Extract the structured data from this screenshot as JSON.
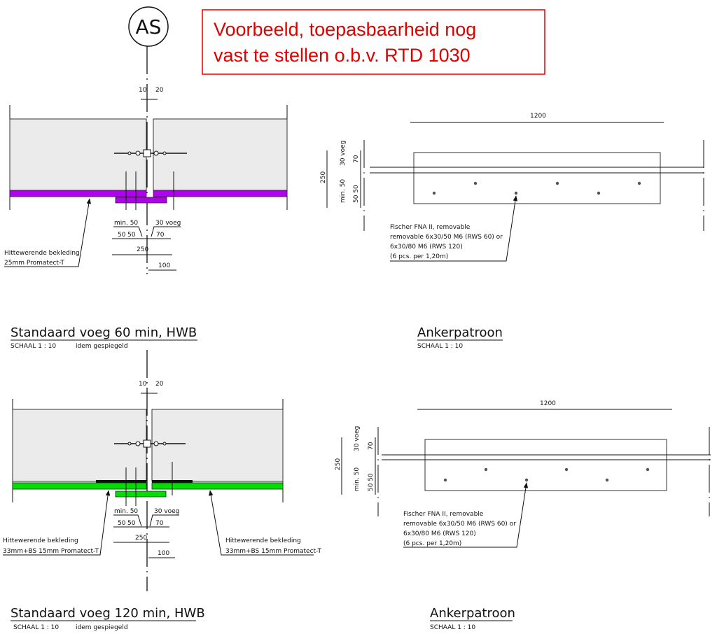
{
  "axis_label": "AS",
  "callout": {
    "line1": "Voorbeeld, toepasbaarheid nog",
    "line2": "vast te stellen o.b.v. RTD 1030",
    "color": "#e00000"
  },
  "colors": {
    "promatect_60": "#b000f0",
    "promatect_120": "#00e000",
    "panel": "#ebebeb"
  },
  "detail_60": {
    "dim_top_left": "10",
    "dim_top_right": "20",
    "min50": "min. 50",
    "voeg": "30 voeg",
    "d50a": "50",
    "d50b": "50",
    "d70": "70",
    "d250": "250",
    "d100": "100",
    "label_line1": "Hittewerende bekleding",
    "label_line2": "25mm Promatect-T",
    "title": "Standaard voeg 60 min, HWB",
    "scale": "SCHAAL 1 : 10",
    "note": "idem gespiegeld"
  },
  "anker_60": {
    "d1200": "1200",
    "d250": "250",
    "voeg": "30 voeg",
    "d70": "70",
    "min50": "min. 50",
    "d5050": "50 50",
    "text": [
      "Fischer FNA II, removable",
      "removable 6x30/50 M6 (RWS 60) or",
      "6x30/80 M6 (RWS 120)",
      "(6 pcs. per 1,20m)"
    ],
    "title": "Ankerpatroon",
    "scale": "SCHAAL 1 : 10"
  },
  "detail_120": {
    "dim_top_left": "10",
    "dim_top_right": "20",
    "min50": "min. 50",
    "voeg": "30 voeg",
    "d50a": "50",
    "d50b": "50",
    "d70": "70",
    "d250": "250",
    "d100": "100",
    "label_left_line1": "Hittewerende bekleding",
    "label_left_line2": "33mm+BS 15mm Promatect-T",
    "label_right_line1": "Hittewerende bekleding",
    "label_right_line2": "33mm+BS 15mm Promatect-T",
    "title": "Standaard voeg 120 min, HWB",
    "scale": "SCHAAL 1 : 10",
    "note": "idem gespiegeld"
  },
  "anker_120": {
    "d1200": "1200",
    "d250": "250",
    "voeg": "30 voeg",
    "d70": "70",
    "min50": "min. 50",
    "d5050": "50 50",
    "text": [
      "Fischer FNA II, removable",
      "removable 6x30/50 M6 (RWS 60) or",
      "6x30/80 M6 (RWS 120)",
      "(6 pcs. per 1,20m)"
    ],
    "title": "Ankerpatroon",
    "scale": "SCHAAL 1 : 10"
  }
}
